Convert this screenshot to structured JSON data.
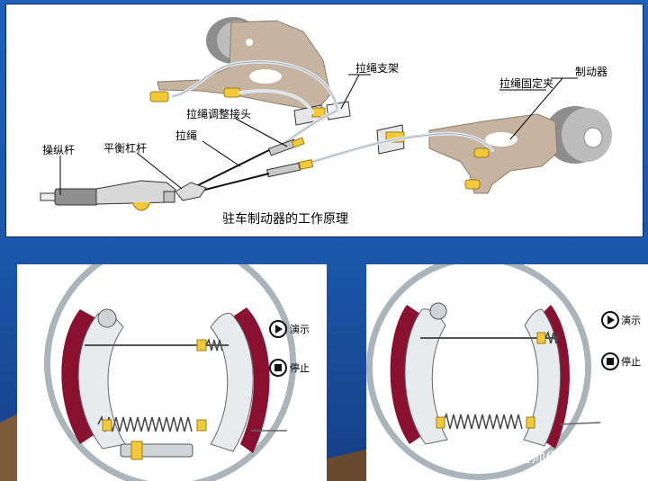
{
  "top": {
    "labels": {
      "cable_bracket": "拉绳支架",
      "brake": "制动器",
      "cable_clamp": "拉绳固定夹",
      "cable_adjuster": "拉绳调整接头",
      "cable": "拉绳",
      "equalizer": "平衡杠杆",
      "lever": "操纵杆"
    },
    "caption": "驻车制动器的工作原理"
  },
  "controls": {
    "play_label": "演示",
    "stop_label": "停止"
  },
  "watermark": "知乎 @工程师OnLine",
  "colors": {
    "background": "#1b56a8",
    "bracket": "#c6b3a0",
    "lining": "#8a1030",
    "cable": "#dfe6ea"
  }
}
